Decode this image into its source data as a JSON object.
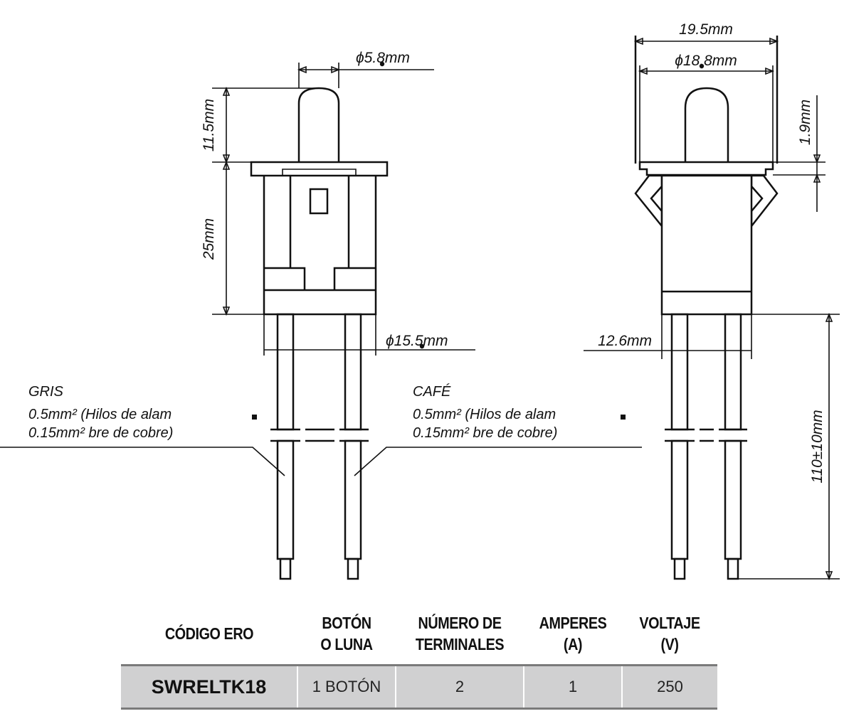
{
  "dimensions": {
    "button_diameter": "ϕ5.8mm",
    "button_height": "11.5mm",
    "body_height": "25mm",
    "body_diameter": "ϕ15.5mm",
    "flange_width": "19.5mm",
    "flange_inner_diameter": "ϕ18.8mm",
    "flange_thickness": "1.9mm",
    "body_width": "12.6mm",
    "wire_length": "110±10mm"
  },
  "wires": {
    "left": {
      "color": "GRIS",
      "line1": "0.5mm² (Hilos de alam",
      "line2": "0.15mm² bre de cobre)"
    },
    "right": {
      "color": "CAFÉ",
      "line1": "0.5mm² (Hilos de alam",
      "line2": "0.15mm² bre de cobre)"
    }
  },
  "table": {
    "headers": [
      {
        "line1": "CÓDIGO ERO",
        "line2": ""
      },
      {
        "line1": "BOTÓN",
        "line2": "O LUNA"
      },
      {
        "line1": "NÚMERO DE",
        "line2": "TERMINALES"
      },
      {
        "line1": "AMPERES",
        "line2": "(A)"
      },
      {
        "line1": "VOLTAJE",
        "line2": "(V)"
      }
    ],
    "rows": [
      [
        "SWRELTK18",
        "1 BOTÓN",
        "2",
        "1",
        "250"
      ]
    ]
  }
}
